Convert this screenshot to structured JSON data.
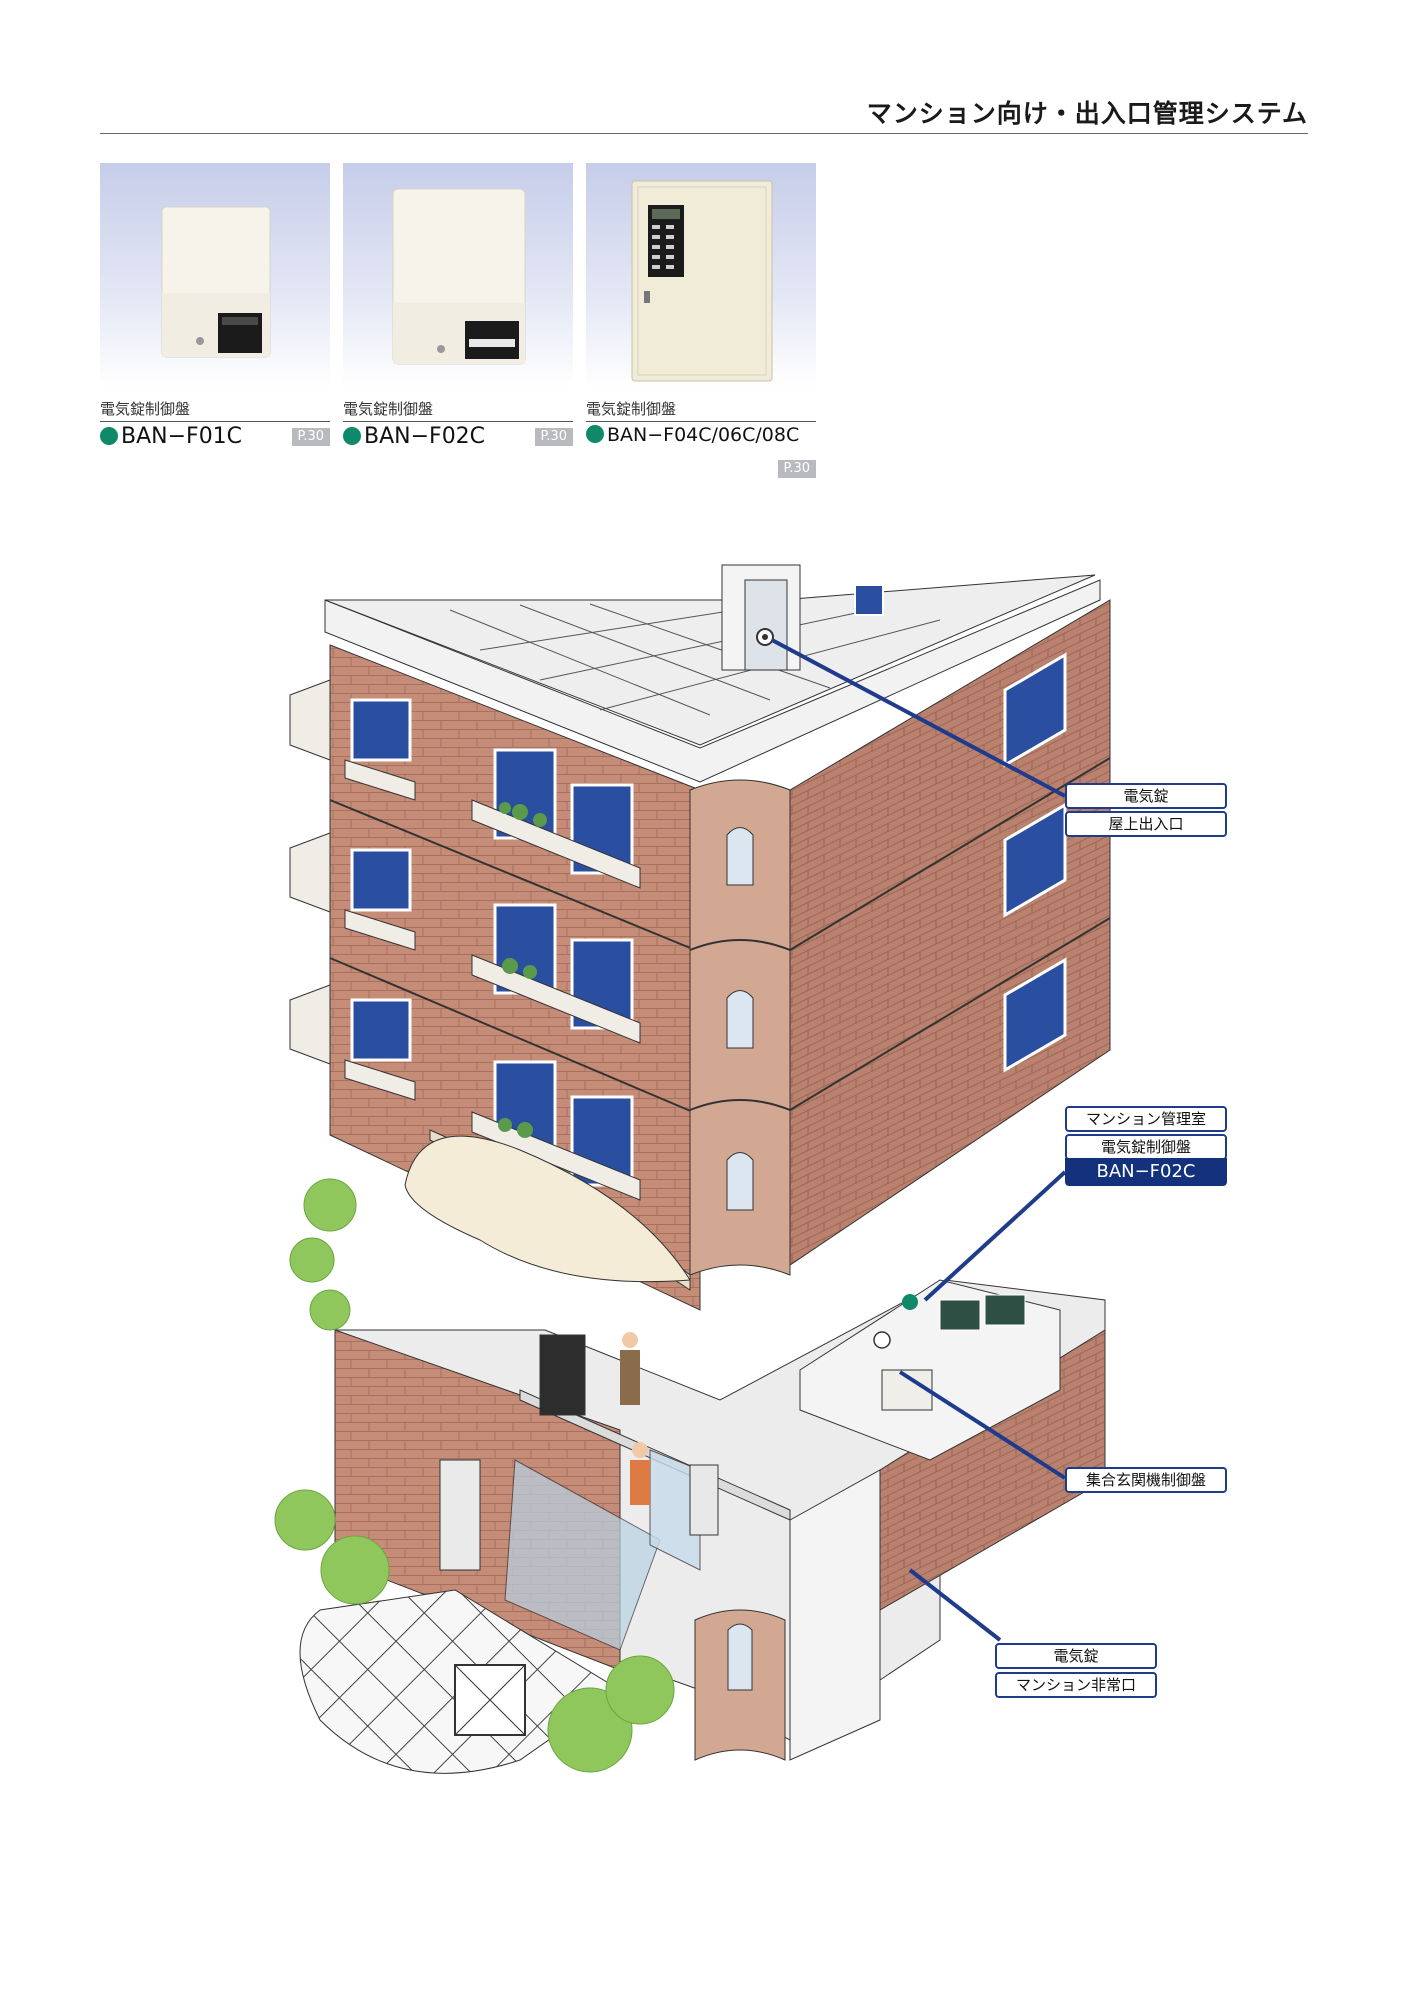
{
  "header": {
    "title": "マンション向け・出入口管理システム"
  },
  "products": [
    {
      "category": "電気錠制御盤",
      "model": "BAN−F01C",
      "page": "P.30"
    },
    {
      "category": "電気錠制御盤",
      "model": "BAN−F02C",
      "page": "P.30"
    },
    {
      "category": "電気錠制御盤",
      "model": "BAN−F04C/06C/08C",
      "page": "P.30"
    }
  ],
  "callouts": {
    "roof_lock": "電気錠",
    "roof_entrance": "屋上出入口",
    "manager_room": "マンション管理室",
    "control_panel": "電気錠制御盤",
    "control_model": "BAN−F02C",
    "entrance_panel": "集合玄関機制御盤",
    "emergency_lock": "電気錠",
    "emergency_exit": "マンション非常口"
  },
  "colors": {
    "accent_green": "#0e8a6a",
    "callout_navy": "#13317d",
    "brick": "#c48b78",
    "window_blue": "#2a4fa0"
  }
}
